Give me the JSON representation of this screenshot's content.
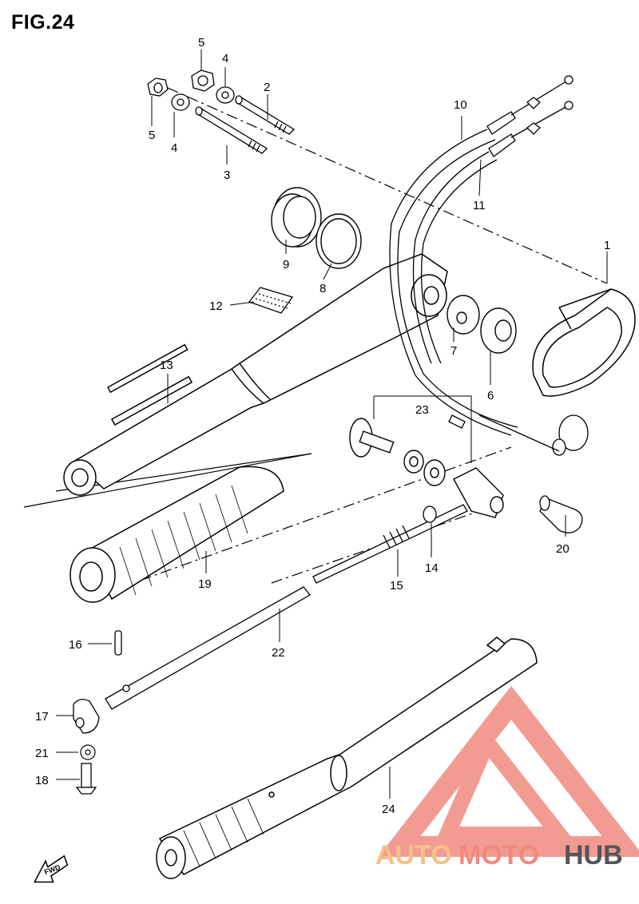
{
  "figure": {
    "title": "FIG.24"
  },
  "callouts": [
    {
      "id": "c1",
      "label": "1"
    },
    {
      "id": "c2",
      "label": "2"
    },
    {
      "id": "c3",
      "label": "3"
    },
    {
      "id": "c4a",
      "label": "4"
    },
    {
      "id": "c4b",
      "label": "4"
    },
    {
      "id": "c5a",
      "label": "5"
    },
    {
      "id": "c5b",
      "label": "5"
    },
    {
      "id": "c6",
      "label": "6"
    },
    {
      "id": "c7",
      "label": "7"
    },
    {
      "id": "c8",
      "label": "8"
    },
    {
      "id": "c9",
      "label": "9"
    },
    {
      "id": "c10",
      "label": "10"
    },
    {
      "id": "c11",
      "label": "11"
    },
    {
      "id": "c12",
      "label": "12"
    },
    {
      "id": "c13",
      "label": "13"
    },
    {
      "id": "c14",
      "label": "14"
    },
    {
      "id": "c15",
      "label": "15"
    },
    {
      "id": "c16",
      "label": "16"
    },
    {
      "id": "c17",
      "label": "17"
    },
    {
      "id": "c18",
      "label": "18"
    },
    {
      "id": "c19",
      "label": "19"
    },
    {
      "id": "c20",
      "label": "20"
    },
    {
      "id": "c21",
      "label": "21"
    },
    {
      "id": "c22",
      "label": "22"
    },
    {
      "id": "c23",
      "label": "23"
    },
    {
      "id": "c24",
      "label": "24"
    }
  ],
  "direction": {
    "label": "FWD"
  },
  "watermark": {
    "part1": "AUTO",
    "part2": "MOTO",
    "part3": "HUB",
    "color_primary": "#f08a80",
    "color_secondary": "#f5c08a",
    "color_dark": "#555555"
  }
}
